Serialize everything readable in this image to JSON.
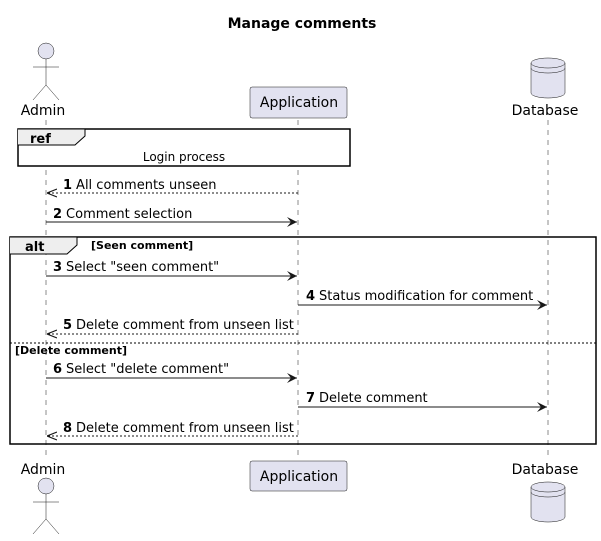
{
  "diagram": {
    "title": "Manage comments",
    "participants": [
      {
        "id": "admin",
        "label": "Admin",
        "shape": "actor"
      },
      {
        "id": "application",
        "label": "Application",
        "shape": "box"
      },
      {
        "id": "database",
        "label": "Database",
        "shape": "database"
      }
    ],
    "ref": {
      "keyword": "ref",
      "text": "Login process"
    },
    "messages": [
      {
        "num": "1",
        "text": "All comments unseen",
        "from": "application",
        "to": "admin",
        "style": "dashed"
      },
      {
        "num": "2",
        "text": "Comment selection",
        "from": "admin",
        "to": "application",
        "style": "solid"
      },
      {
        "num": "3",
        "text": "Select \"seen comment\"",
        "from": "admin",
        "to": "application",
        "style": "solid"
      },
      {
        "num": "4",
        "text": "Status modification for comment",
        "from": "application",
        "to": "database",
        "style": "solid"
      },
      {
        "num": "5",
        "text": "Delete comment from unseen list",
        "from": "application",
        "to": "admin",
        "style": "dashed"
      },
      {
        "num": "6",
        "text": "Select \"delete comment\"",
        "from": "admin",
        "to": "application",
        "style": "solid"
      },
      {
        "num": "7",
        "text": "Delete comment",
        "from": "application",
        "to": "database",
        "style": "solid"
      },
      {
        "num": "8",
        "text": "Delete comment from unseen list",
        "from": "application",
        "to": "admin",
        "style": "dashed"
      }
    ],
    "alt": {
      "keyword": "alt",
      "guard1": "[Seen comment]",
      "guard2": "[Delete comment]"
    },
    "colors": {
      "participant_fill": "#e2e2f0",
      "line": "#181818"
    }
  }
}
